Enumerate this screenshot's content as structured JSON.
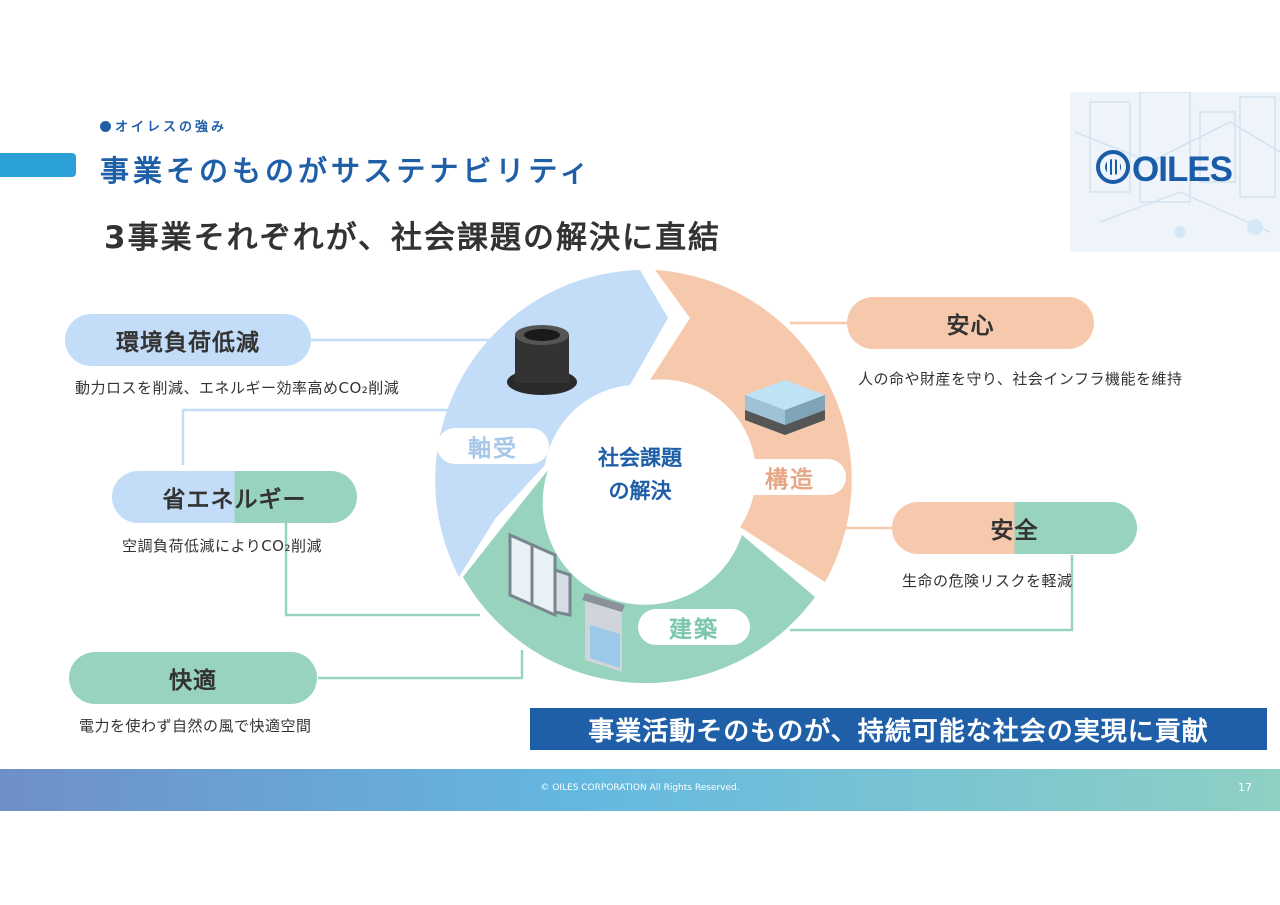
{
  "header": {
    "section_label": "オイレスの強み",
    "title": "事業そのものがサステナビリティ",
    "subtitle": "3事業それぞれが、社会課題の解決に直結",
    "logo_text": "OILES"
  },
  "diagram": {
    "center_line1": "社会課題",
    "center_line2": "の解決",
    "segments": [
      {
        "label": "軸受",
        "color": "#c3dcf7",
        "label_color": "#a7c7ea"
      },
      {
        "label": "構造",
        "color": "#f6c9ac",
        "label_color": "#e6a784"
      },
      {
        "label": "建築",
        "color": "#97d3bd",
        "label_color": "#7cc6ab"
      }
    ]
  },
  "benefits": [
    {
      "title": "環境負荷低減",
      "description": "動力ロスを削減、エネルギー効率高めCO₂削減"
    },
    {
      "title": "省エネルギー",
      "description": "空調負荷低減によりCO₂削減"
    },
    {
      "title": "快適",
      "description": "電力を使わず自然の風で快適空間"
    },
    {
      "title": "安心",
      "description": "人の命や財産を守り、社会インフラ機能を維持"
    },
    {
      "title": "安全",
      "description": "生命の危険リスクを軽減"
    }
  ],
  "banner": "事業活動そのものが、持続可能な社会の実現に貢献",
  "footer": {
    "copyright": "© OILES CORPORATION All Rights Reserved.",
    "page_number": "17"
  },
  "colors": {
    "brand_blue": "#1f5fa8",
    "bearing_blue": "#c3dcf7",
    "structure_orange": "#f6c9ac",
    "architecture_green": "#97d3bd"
  }
}
